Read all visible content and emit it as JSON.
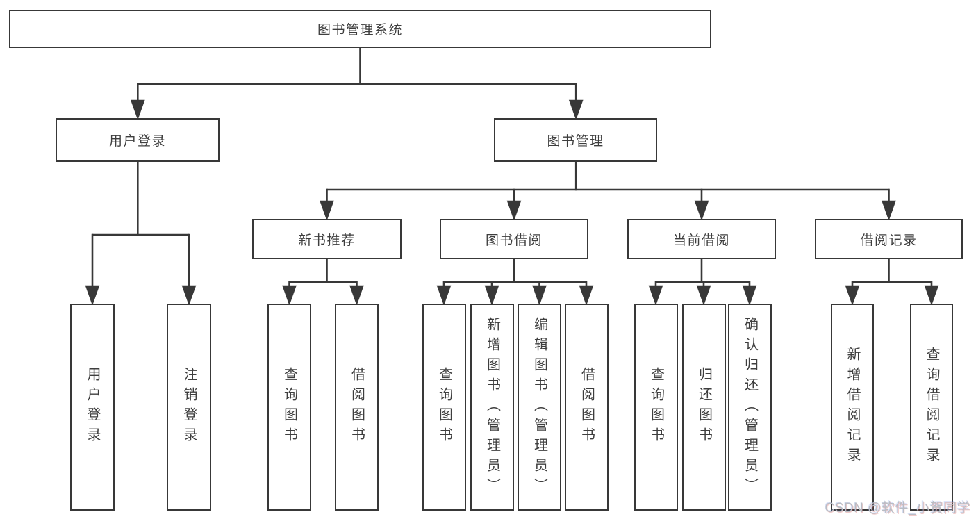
{
  "diagram": {
    "root": {
      "label": "图书管理系统"
    },
    "user_login": {
      "label": "用户登录",
      "leaves": [
        {
          "label": "用户登录"
        },
        {
          "label": "注销登录"
        }
      ]
    },
    "book_management": {
      "label": "图书管理",
      "groups": [
        {
          "label": "新书推荐",
          "leaves": [
            {
              "label": "查询图书"
            },
            {
              "label": "借阅图书"
            }
          ]
        },
        {
          "label": "图书借阅",
          "leaves": [
            {
              "label": "查询图书"
            },
            {
              "label": "新增图书（管理员）"
            },
            {
              "label": "编辑图书（管理员）"
            },
            {
              "label": "借阅图书"
            }
          ]
        },
        {
          "label": "当前借阅",
          "leaves": [
            {
              "label": "查询图书"
            },
            {
              "label": "归还图书"
            },
            {
              "label": "确认归还（管理员）"
            }
          ]
        },
        {
          "label": "借阅记录",
          "leaves": [
            {
              "label": "新增借阅记录"
            },
            {
              "label": "查询借阅记录"
            }
          ]
        }
      ]
    }
  },
  "watermark": {
    "text": "CSDN @软件_小贺同学"
  },
  "colors": {
    "line": "#383838",
    "box_border": "#383838",
    "text": "#3e3e3e",
    "background": "#ffffff",
    "watermark": "#b9bdc4"
  }
}
